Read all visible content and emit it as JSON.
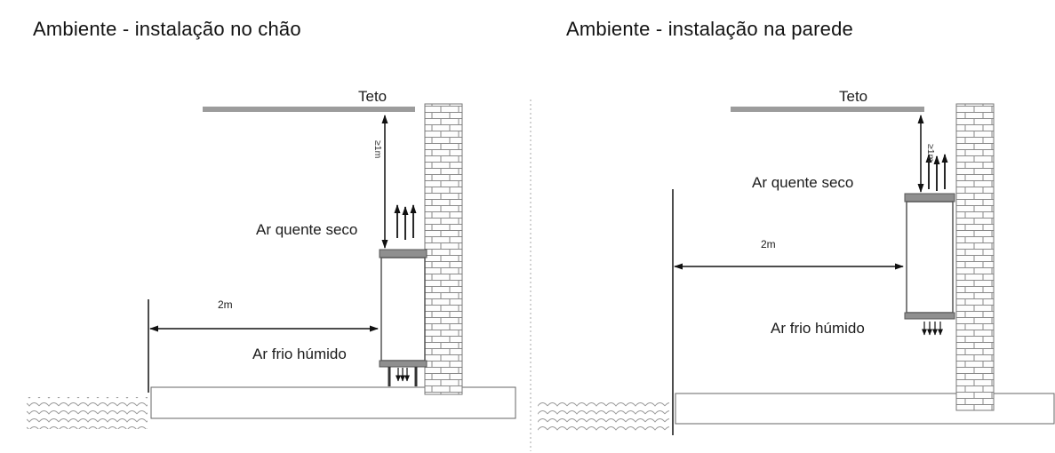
{
  "panels": [
    {
      "id": "floor-installation",
      "title": "Ambiente - instalação no chão",
      "labels": {
        "ceiling": "Teto",
        "hot_air": "Ar quente seco",
        "cold_air": "Ar frio húmido",
        "wall_distance": "2m",
        "ceiling_distance": "≥1m"
      }
    },
    {
      "id": "wall-installation",
      "title": "Ambiente - instalação na parede",
      "labels": {
        "ceiling": "Teto",
        "hot_air": "Ar quente seco",
        "cold_air": "Ar frio húmido",
        "wall_distance": "2m",
        "ceiling_distance": "≥1m"
      }
    }
  ],
  "colors": {
    "line": "#111111",
    "ceiling_bar": "#9c9c9c",
    "brick_stroke": "#8a8a8a",
    "unit_cap": "#8f8f8f",
    "divider": "#c4c4c4"
  }
}
